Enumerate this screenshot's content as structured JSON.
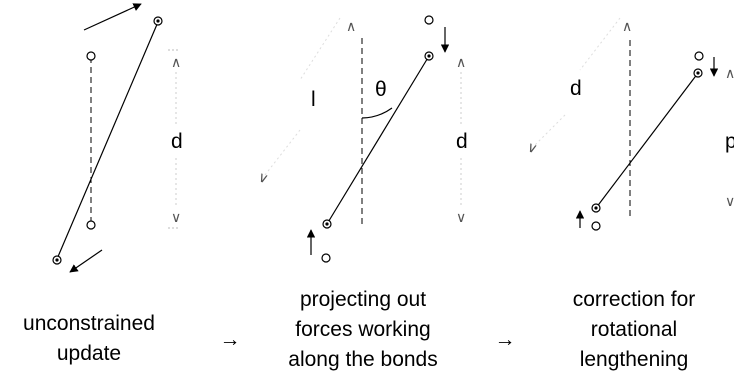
{
  "panels": [
    {
      "caption": [
        "unconstrained",
        "update"
      ],
      "labels": {
        "d": "d"
      }
    },
    {
      "caption": [
        "projecting out",
        "forces working",
        "along the bonds"
      ],
      "labels": {
        "l": "l",
        "theta": "θ",
        "d": "d"
      }
    },
    {
      "caption": [
        "correction for",
        "rotational",
        "lengthening"
      ],
      "labels": {
        "d_left": "d",
        "p": "p"
      }
    }
  ],
  "arrows_between": [
    "→",
    "→"
  ],
  "colors": {
    "ink": "#000000",
    "guide": "#888888"
  }
}
